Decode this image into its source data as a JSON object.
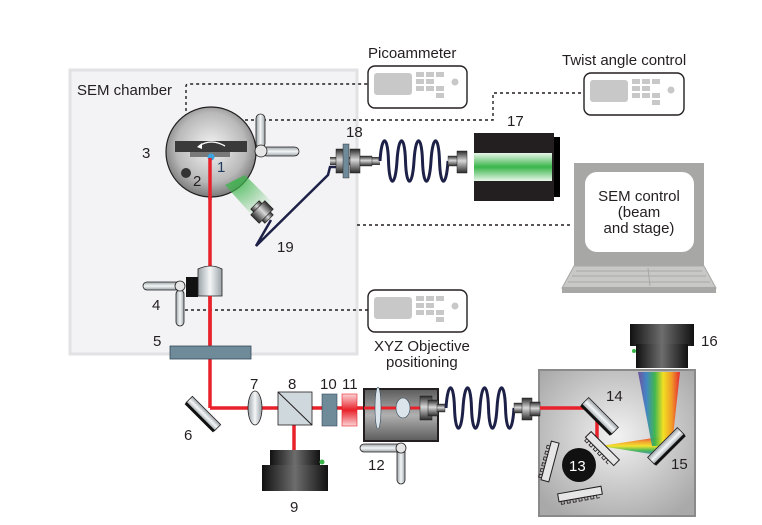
{
  "diagram": {
    "title": "SEM-cathodoluminescence / optical setup schematic",
    "chamber_label": "SEM chamber",
    "instruments": {
      "picoammeter": "Picoammeter",
      "twist_angle": "Twist angle control",
      "xyz_line1": "XYZ Objective",
      "xyz_line2": "positioning",
      "sem_control_line1": "SEM control",
      "sem_control_line2": "(beam",
      "sem_control_line3": "and stage)"
    },
    "component_numbers": {
      "n1": "1",
      "n2": "2",
      "n3": "3",
      "n4": "4",
      "n5": "5",
      "n6": "6",
      "n7": "7",
      "n8": "8",
      "n9": "9",
      "n10": "10",
      "n11": "11",
      "n12": "12",
      "n13": "13",
      "n14": "14",
      "n15": "15",
      "n16": "16",
      "n17": "17",
      "n18": "18",
      "n19": "19"
    },
    "colors": {
      "laser": "#e8212a",
      "chamber_bg": "#f3f2f4",
      "fiber": "#1e2147",
      "instrument_gray": "#c8c8c8",
      "green": "#3ab54a",
      "optic_blue": "#6f8a99"
    }
  }
}
